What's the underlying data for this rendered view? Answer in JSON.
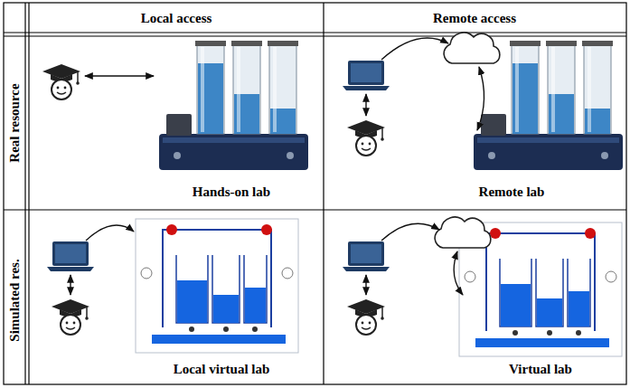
{
  "diagram": {
    "labels": [
      "Local access",
      "Remote access",
      "Real resource",
      "Simulated res.",
      "Hands-on lab",
      "Remote lab",
      "Local virtual lab",
      "Virtual lab"
    ]
  }
}
